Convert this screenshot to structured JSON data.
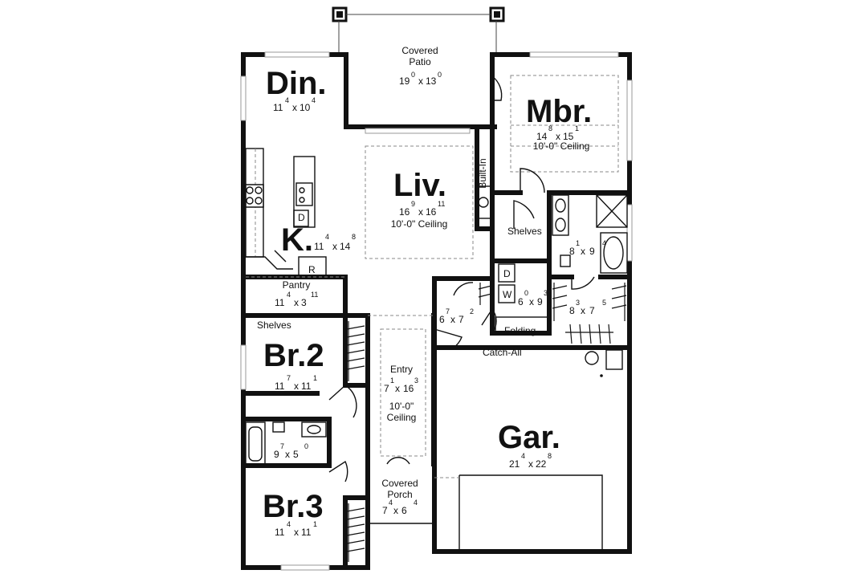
{
  "rooms": {
    "covered_patio": {
      "name_line1": "Covered",
      "name_line2": "Patio",
      "w": "19",
      "w_in": "0",
      "h": "13",
      "h_in": "0"
    },
    "din": {
      "name": "Din.",
      "w": "11",
      "w_in": "4",
      "h": "10",
      "h_in": "4"
    },
    "mbr": {
      "name": "Mbr.",
      "w": "14",
      "w_in": "8",
      "h": "15",
      "h_in": "1",
      "note": "10'-0\" Ceiling"
    },
    "liv": {
      "name": "Liv.",
      "w": "16",
      "w_in": "9",
      "h": "16",
      "h_in": "11",
      "note": "10'-0\" Ceiling"
    },
    "k": {
      "name": "K.",
      "w": "11",
      "w_in": "4",
      "h": "14",
      "h_in": "8"
    },
    "pantry": {
      "name": "Pantry",
      "w": "11",
      "w_in": "4",
      "h": "3",
      "h_in": "11"
    },
    "master_bath": {
      "w": "8",
      "w_in": "1",
      "h": "9",
      "h_in": "4"
    },
    "laundry": {
      "w": "6",
      "w_in": "0",
      "h": "9",
      "h_in": "3",
      "folding": "Folding",
      "dryer": "D",
      "washer": "W"
    },
    "walk_in_closet": {
      "w": "8",
      "w_in": "3",
      "h": "7",
      "h_in": "5"
    },
    "closet_6x7": {
      "w": "6",
      "w_in": "7",
      "h": "7",
      "h_in": "2"
    },
    "br2": {
      "name": "Br.2",
      "w": "11",
      "w_in": "7",
      "h": "11",
      "h_in": "1"
    },
    "entry": {
      "name": "Entry",
      "w": "7",
      "w_in": "1",
      "h": "16",
      "h_in": "3",
      "note_line1": "10'-0\"",
      "note_line2": "Ceiling"
    },
    "bath2": {
      "w": "9",
      "w_in": "7",
      "h": "5",
      "h_in": "0"
    },
    "br3": {
      "name": "Br.3",
      "w": "11",
      "w_in": "4",
      "h": "11",
      "h_in": "1"
    },
    "covered_porch": {
      "name_line1": "Covered",
      "name_line2": "Porch",
      "w": "7",
      "w_in": "4",
      "h": "6",
      "h_in": "4"
    },
    "gar": {
      "name": "Gar.",
      "w": "21",
      "w_in": "4",
      "h": "22",
      "h_in": "8"
    }
  },
  "labels": {
    "built_in": "Built-In",
    "shelves_hall": "Shelves",
    "shelves_pantry": "Shelves",
    "catch_all": "Catch-All",
    "dishwasher": "D",
    "refrigerator": "R"
  }
}
